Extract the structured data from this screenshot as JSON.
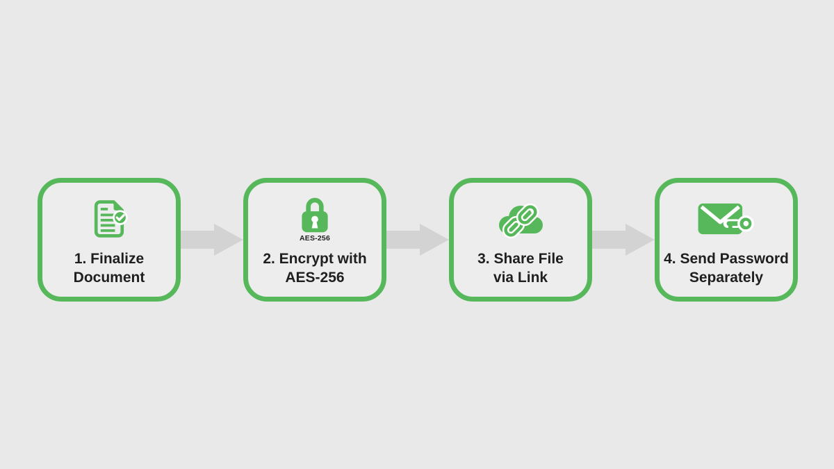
{
  "colors": {
    "background": "#e8e9e8",
    "box_fill": "#ecedec",
    "accent_green": "#57b85b",
    "arrow_gray": "#d2d3d2",
    "text": "#1f1f1f",
    "casing": "#ffffff"
  },
  "steps": [
    {
      "label": "1. Finalize\nDocument",
      "icon": "document-check-icon"
    },
    {
      "label": "2. Encrypt with\nAES-256",
      "icon": "padlock-icon",
      "icon_caption": "AES-256"
    },
    {
      "label": "3. Share File\nvia Link",
      "icon": "cloud-link-icon"
    },
    {
      "label": "4. Send Password\nSeparately",
      "icon": "envelope-key-icon"
    }
  ]
}
